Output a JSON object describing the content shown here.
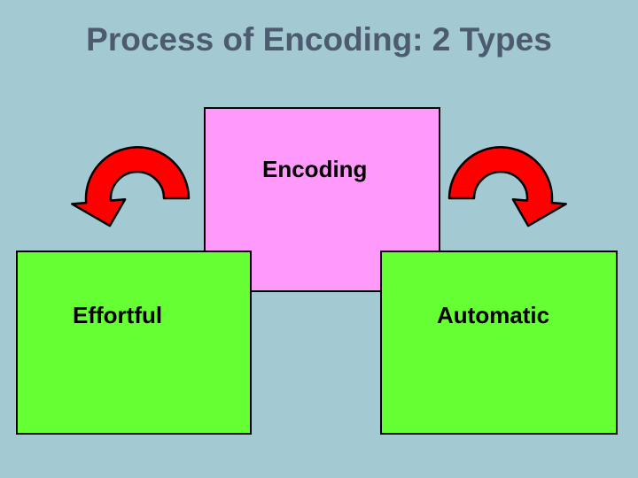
{
  "slide": {
    "title": "Process of Encoding: 2 Types"
  },
  "colors": {
    "background": "#A3C9D2",
    "title_text": "#4C5B70",
    "encoding_box_fill": "#FF9AFA",
    "type_box_fill": "#66FF33",
    "box_border": "#000000",
    "label_text": "#000000",
    "arrow_fill": "#FF0000",
    "arrow_outline": "#000000"
  },
  "diagram": {
    "encoding_box": {
      "label": "Encoding"
    },
    "left_type_box": {
      "label": "Effortful"
    },
    "right_type_box": {
      "label": "Automatic"
    },
    "icons": {
      "left_arrow": "curved-arrow-down-left",
      "right_arrow": "curved-arrow-down-right"
    }
  }
}
